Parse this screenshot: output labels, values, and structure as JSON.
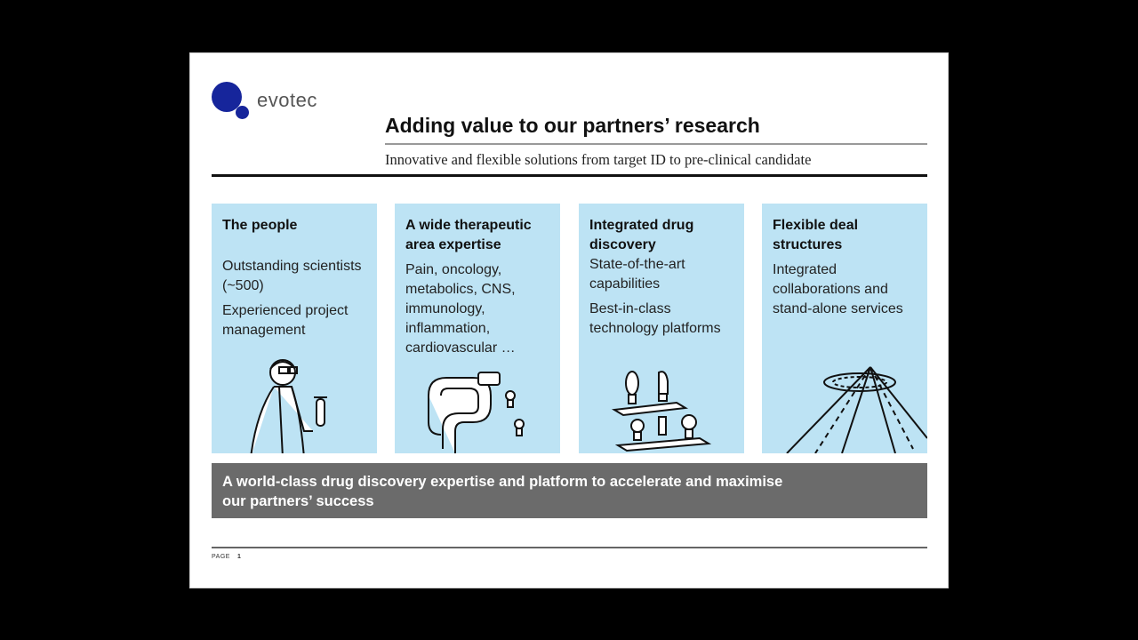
{
  "logo": {
    "wordmark": "evotec"
  },
  "slide": {
    "title": "Adding value to our partners’ research",
    "subtitle": "Innovative and flexible solutions from target ID to pre-clinical candidate"
  },
  "panels": [
    {
      "heading": "The people",
      "lines": [
        "Outstanding scientists (~500)",
        "Experienced project management"
      ]
    },
    {
      "heading": "A wide therapeutic area expertise",
      "lines": [
        "Pain, oncology, metabolics, CNS, immunology, inflammation, cardiovascular …"
      ]
    },
    {
      "heading": "Integrated drug discovery",
      "lines": [
        "State-of-the-art capabilities",
        "Best-in-class technology platforms"
      ]
    },
    {
      "heading": "Flexible deal structures",
      "lines": [
        "Integrated collaborations and stand-alone services"
      ]
    }
  ],
  "banner": {
    "text_line1": "A world-class drug discovery expertise and platform to accelerate and maximise",
    "text_line2": "our partners’ success"
  },
  "footer": {
    "page_label": "PAGE",
    "page_number": "1"
  },
  "colors": {
    "panel_bg": "#bde3f4",
    "banner_bg": "#6b6b6b",
    "logo": "#16259b"
  }
}
